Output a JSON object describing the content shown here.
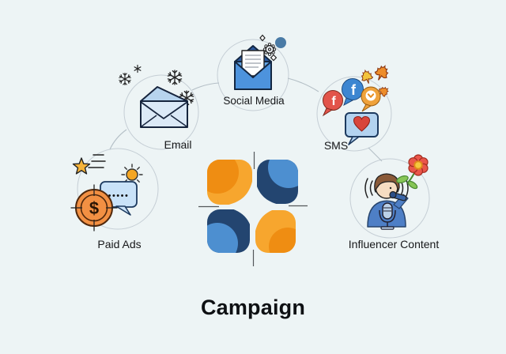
{
  "title": "Campaign",
  "background_color": "#edf4f5",
  "center_logo": {
    "name": "campaign-logo",
    "shape": "four-petal-pinwheel-with-star-gap",
    "colors": {
      "orange": "#F7A62E",
      "orange_dark": "#EF8D12",
      "navy": "#234570",
      "light_blue": "#4D8FD0"
    }
  },
  "nodes": [
    {
      "id": "paid-ads",
      "label": "Paid Ads",
      "icon": "coin-target-and-chat-icon",
      "coin_symbol": "$",
      "bubble_dots": "•••••",
      "decorations": [
        "star-icon",
        "speed-lines",
        "sun-icon"
      ]
    },
    {
      "id": "email",
      "label": "Email",
      "icon": "open-envelope-icon",
      "decorations": [
        "snowflake-icon",
        "snowflake-icon",
        "snowflake-icon",
        "snowflake-icon"
      ]
    },
    {
      "id": "social-media",
      "label": "Social Media",
      "icon": "envelope-letter-icon",
      "decorations": [
        "diamond-icon",
        "gear-icon",
        "dot-icon",
        "diamond-icon"
      ]
    },
    {
      "id": "sms",
      "label": "SMS",
      "icon": "social-chat-bubbles-icon",
      "bubble_letters": [
        "f",
        "f"
      ],
      "decorations": [
        "leaf-icon",
        "leaf-icon",
        "leaf-icon",
        "heart-bubble-icon"
      ]
    },
    {
      "id": "influencer-content",
      "label": "Influencer Content",
      "icon": "person-with-microphone-icon",
      "decorations": [
        "sound-waves-icon",
        "stand-microphone-icon",
        "flower-icon"
      ]
    }
  ],
  "connections": [
    [
      "paid-ads",
      "email"
    ],
    [
      "email",
      "social-media"
    ],
    [
      "social-media",
      "sms"
    ],
    [
      "sms",
      "influencer-content"
    ]
  ]
}
